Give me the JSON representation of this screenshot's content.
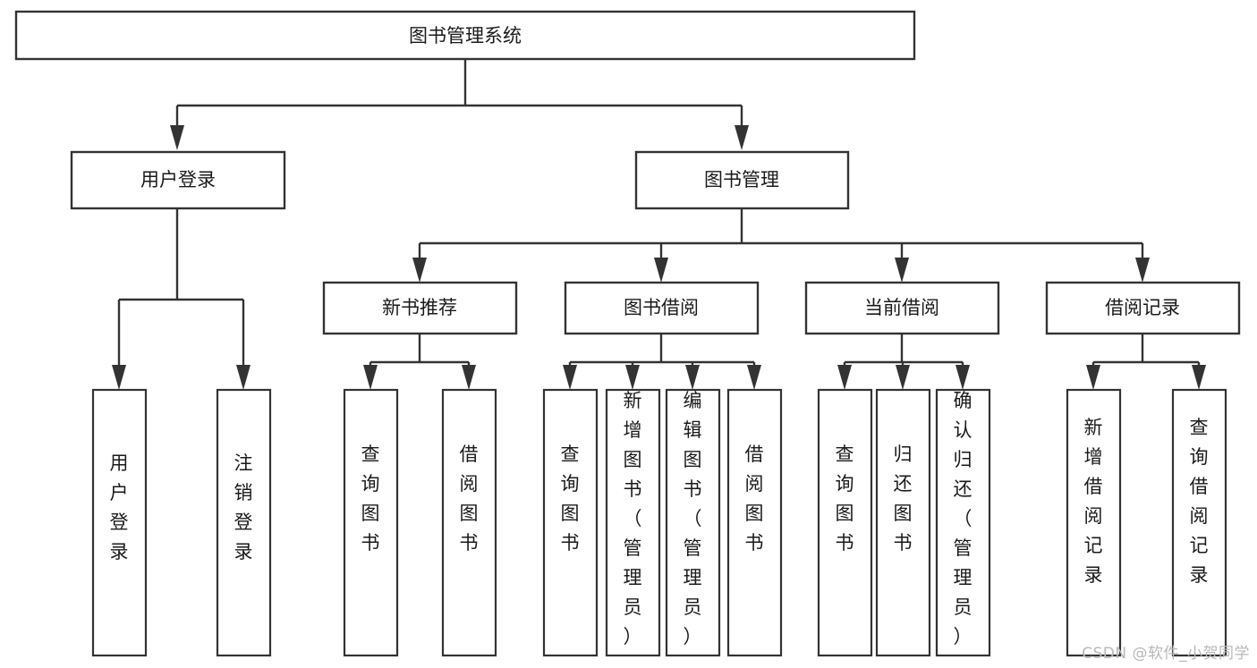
{
  "diagram": {
    "type": "tree",
    "orientation": "top-down",
    "root": {
      "label": "图书管理系统",
      "level": 0
    },
    "level1": [
      {
        "label": "用户登录"
      },
      {
        "label": "图书管理"
      }
    ],
    "level2": [
      {
        "label": "新书推荐"
      },
      {
        "label": "图书借阅"
      },
      {
        "label": "当前借阅"
      },
      {
        "label": "借阅记录"
      }
    ],
    "leaves": {
      "user_login": [
        {
          "label": "用户登录"
        },
        {
          "label": "注销登录"
        }
      ],
      "new_book_recommend": [
        {
          "label": "查询图书"
        },
        {
          "label": "借阅图书"
        }
      ],
      "book_borrow": [
        {
          "label": "查询图书"
        },
        {
          "label": "新增图书（管理员）"
        },
        {
          "label": "编辑图书（管理员）"
        },
        {
          "label": "借阅图书"
        }
      ],
      "current_borrow": [
        {
          "label": "查询图书"
        },
        {
          "label": "归还图书"
        },
        {
          "label": "确认归还（管理员）"
        }
      ],
      "borrow_record": [
        {
          "label": "新增借阅记录"
        },
        {
          "label": "查询借阅记录"
        }
      ]
    }
  },
  "watermark": {
    "text": "CSDN @软件_小贺同学"
  },
  "colors": {
    "stroke": "#333333",
    "background": "#ffffff",
    "text": "#1a1a1a",
    "watermark": "#b8b8b8"
  }
}
